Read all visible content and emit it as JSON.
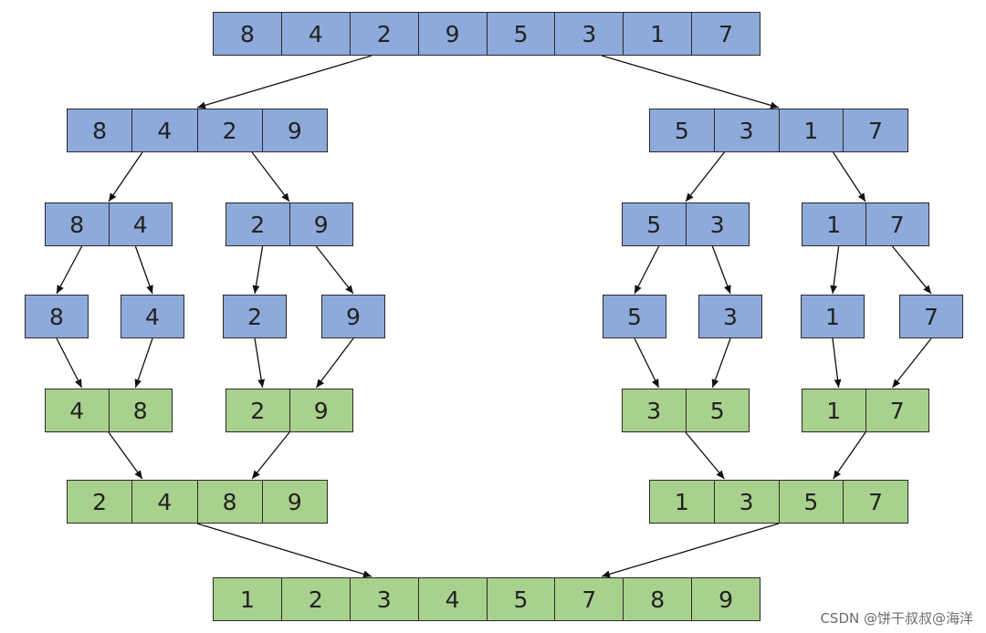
{
  "colors": {
    "split": "#8eaadb",
    "merge": "#a9d18e",
    "stroke": "#2a2a2a",
    "arrow": "#111111"
  },
  "nodes": [
    {
      "id": "root",
      "values": [
        "8",
        "4",
        "2",
        "9",
        "5",
        "3",
        "1",
        "7"
      ],
      "phase": "split"
    },
    {
      "id": "L",
      "values": [
        "8",
        "4",
        "2",
        "9"
      ],
      "phase": "split"
    },
    {
      "id": "R",
      "values": [
        "5",
        "3",
        "1",
        "7"
      ],
      "phase": "split"
    },
    {
      "id": "LL",
      "values": [
        "8",
        "4"
      ],
      "phase": "split"
    },
    {
      "id": "LR",
      "values": [
        "2",
        "9"
      ],
      "phase": "split"
    },
    {
      "id": "RL",
      "values": [
        "5",
        "3"
      ],
      "phase": "split"
    },
    {
      "id": "RR",
      "values": [
        "1",
        "7"
      ],
      "phase": "split"
    },
    {
      "id": "s8",
      "values": [
        "8"
      ],
      "phase": "split"
    },
    {
      "id": "s4",
      "values": [
        "4"
      ],
      "phase": "split"
    },
    {
      "id": "s2",
      "values": [
        "2"
      ],
      "phase": "split"
    },
    {
      "id": "s9",
      "values": [
        "9"
      ],
      "phase": "split"
    },
    {
      "id": "s5",
      "values": [
        "5"
      ],
      "phase": "split"
    },
    {
      "id": "s3",
      "values": [
        "3"
      ],
      "phase": "split"
    },
    {
      "id": "s1",
      "values": [
        "1"
      ],
      "phase": "split"
    },
    {
      "id": "s7",
      "values": [
        "7"
      ],
      "phase": "split"
    },
    {
      "id": "m48",
      "values": [
        "4",
        "8"
      ],
      "phase": "merge"
    },
    {
      "id": "m29",
      "values": [
        "2",
        "9"
      ],
      "phase": "merge"
    },
    {
      "id": "m35",
      "values": [
        "3",
        "5"
      ],
      "phase": "merge"
    },
    {
      "id": "m17",
      "values": [
        "1",
        "7"
      ],
      "phase": "merge"
    },
    {
      "id": "mL",
      "values": [
        "2",
        "4",
        "8",
        "9"
      ],
      "phase": "merge"
    },
    {
      "id": "mR",
      "values": [
        "1",
        "3",
        "5",
        "7"
      ],
      "phase": "merge"
    },
    {
      "id": "final",
      "values": [
        "1",
        "2",
        "3",
        "4",
        "5",
        "7",
        "8",
        "9"
      ],
      "phase": "merge"
    }
  ],
  "edges": [
    [
      "root",
      "L"
    ],
    [
      "root",
      "R"
    ],
    [
      "L",
      "LL"
    ],
    [
      "L",
      "LR"
    ],
    [
      "R",
      "RL"
    ],
    [
      "R",
      "RR"
    ],
    [
      "LL",
      "s8"
    ],
    [
      "LL",
      "s4"
    ],
    [
      "LR",
      "s2"
    ],
    [
      "LR",
      "s9"
    ],
    [
      "RL",
      "s5"
    ],
    [
      "RL",
      "s3"
    ],
    [
      "RR",
      "s1"
    ],
    [
      "RR",
      "s7"
    ],
    [
      "s8",
      "m48"
    ],
    [
      "s4",
      "m48"
    ],
    [
      "s2",
      "m29"
    ],
    [
      "s9",
      "m29"
    ],
    [
      "s5",
      "m35"
    ],
    [
      "s3",
      "m35"
    ],
    [
      "s1",
      "m17"
    ],
    [
      "s7",
      "m17"
    ],
    [
      "m48",
      "mL"
    ],
    [
      "m29",
      "mL"
    ],
    [
      "m35",
      "mR"
    ],
    [
      "m17",
      "mR"
    ],
    [
      "mL",
      "final"
    ],
    [
      "mR",
      "final"
    ]
  ],
  "watermark": "CSDN @饼干叔叔@海洋"
}
